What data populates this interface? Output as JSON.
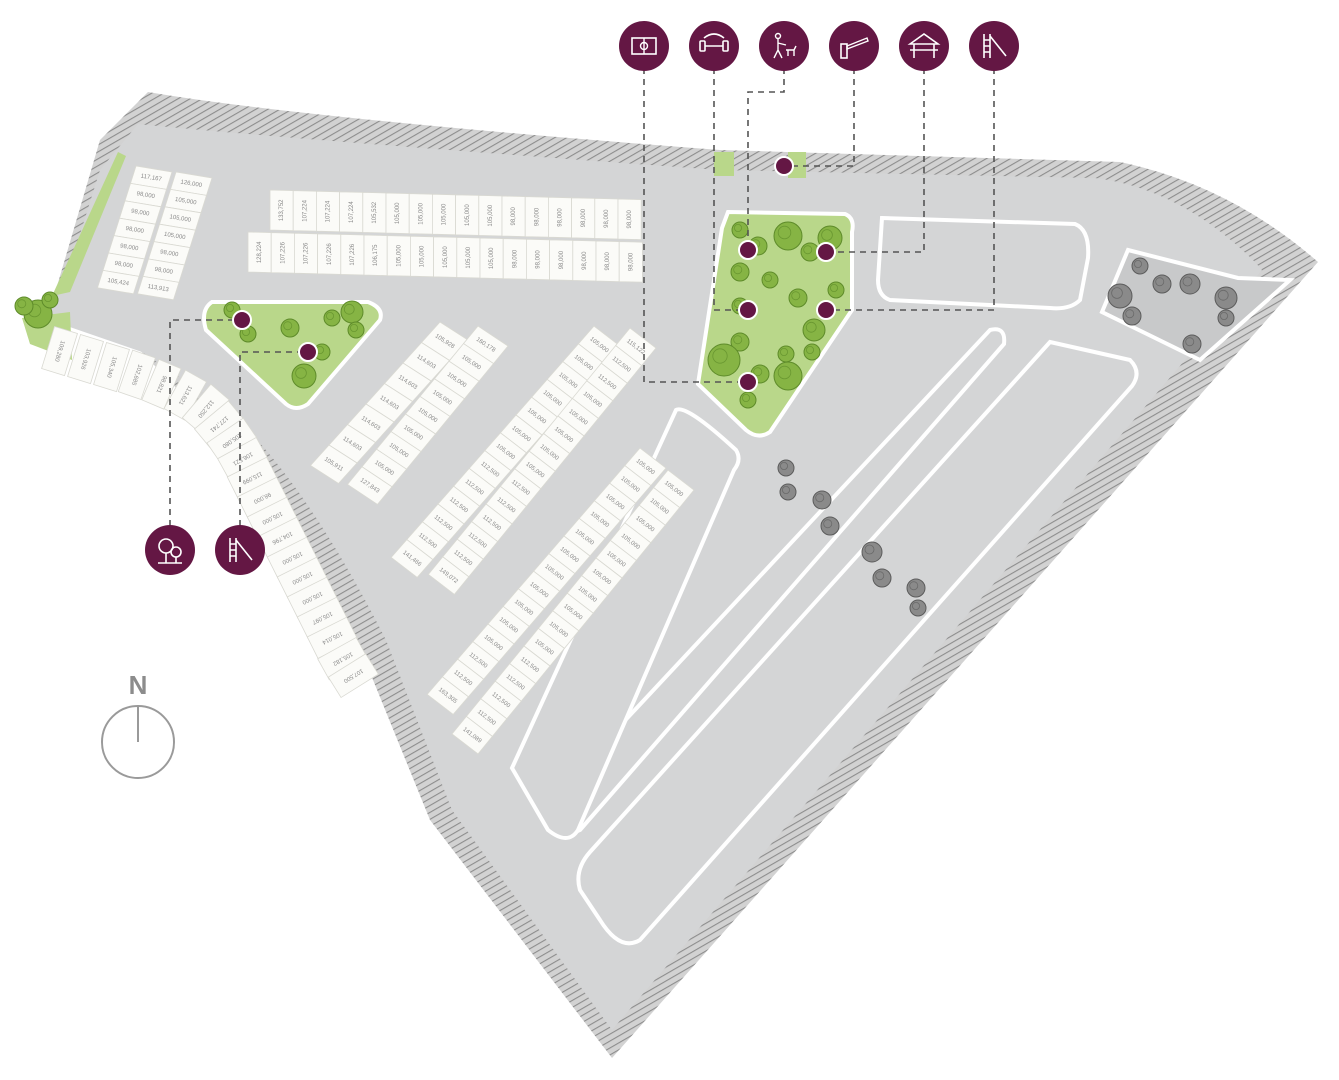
{
  "colors": {
    "marker": "#641744",
    "park_green": "#b9d78a",
    "road": "#d4d5d6",
    "lot_fill": "#fbfbf8",
    "lot_border": "#d9d9d2",
    "hatch": "#9a9a9a",
    "tree": "#7fae3b",
    "gray_tree": "#777777",
    "leader_line": "#555555"
  },
  "compass": {
    "label": "N"
  },
  "amenities": [
    {
      "icon": "soccer-field-icon"
    },
    {
      "icon": "gym-icon"
    },
    {
      "icon": "pet-park-icon"
    },
    {
      "icon": "access-gate-icon"
    },
    {
      "icon": "gazebo-icon"
    },
    {
      "icon": "playground-slide-icon"
    },
    {
      "icon": "park-trees-icon"
    },
    {
      "icon": "playground-slide-icon"
    }
  ],
  "lot_groups": {
    "top_row_upper": [
      "133,752",
      "107,224",
      "107,224",
      "107,224",
      "105,532",
      "105,000",
      "105,000",
      "105,000",
      "105,000",
      "105,000",
      "98,000",
      "98,000",
      "98,000",
      "98,000",
      "98,000",
      "98,000"
    ],
    "top_row_lower": [
      "128,224",
      "107,226",
      "107,226",
      "107,226",
      "107,226",
      "106,175",
      "105,000",
      "105,000",
      "105,000",
      "105,000",
      "105,000",
      "98,000",
      "98,000",
      "98,000",
      "98,000",
      "98,000",
      "98,000"
    ],
    "west_block_left": [
      "117,167",
      "98,000",
      "98,000",
      "98,000",
      "98,000",
      "98,000",
      "105,424"
    ],
    "west_block_right": [
      "126,000",
      "105,000",
      "105,000",
      "105,000",
      "98,000",
      "98,000",
      "113,913"
    ],
    "southwest_strip": [
      "109,280",
      "103,926",
      "105,340",
      "102,685",
      "98,821",
      "113,621",
      "112,250",
      "127,741",
      "105,080",
      "106,521",
      "115,099",
      "98,000",
      "105,000",
      "104,796",
      "105,000",
      "105,000",
      "105,000",
      "105,097",
      "105,014",
      "105,182",
      "107,500"
    ],
    "tri_block_left": [
      "105,928",
      "114,603",
      "114,603",
      "114,603",
      "114,603",
      "114,603",
      "105,911"
    ],
    "tri_block_right": [
      "160,178",
      "105,000",
      "105,000",
      "105,000",
      "105,000",
      "105,000",
      "105,000",
      "105,000",
      "127,843"
    ],
    "mid_block_left": [
      "105,000",
      "105,000",
      "105,000",
      "105,000",
      "105,000",
      "105,000",
      "105,000",
      "112,500",
      "112,500",
      "112,500",
      "112,500",
      "112,500",
      "141,466"
    ],
    "mid_block_right": [
      "115,122",
      "112,500",
      "112,500",
      "105,000",
      "105,000",
      "105,000",
      "105,000",
      "105,000",
      "112,500",
      "112,500",
      "112,500",
      "112,500",
      "112,500",
      "149,072"
    ],
    "long_block_left": [
      "105,000",
      "105,000",
      "105,000",
      "105,000",
      "105,000",
      "105,000",
      "105,000",
      "105,000",
      "105,000",
      "105,000",
      "105,000",
      "112,500",
      "112,500",
      "163,305"
    ],
    "long_block_right": [
      "105,000",
      "105,000",
      "105,000",
      "105,000",
      "105,000",
      "105,000",
      "105,000",
      "105,000",
      "105,000",
      "105,000",
      "112,500",
      "112,500",
      "112,500",
      "112,500",
      "141,089"
    ]
  }
}
